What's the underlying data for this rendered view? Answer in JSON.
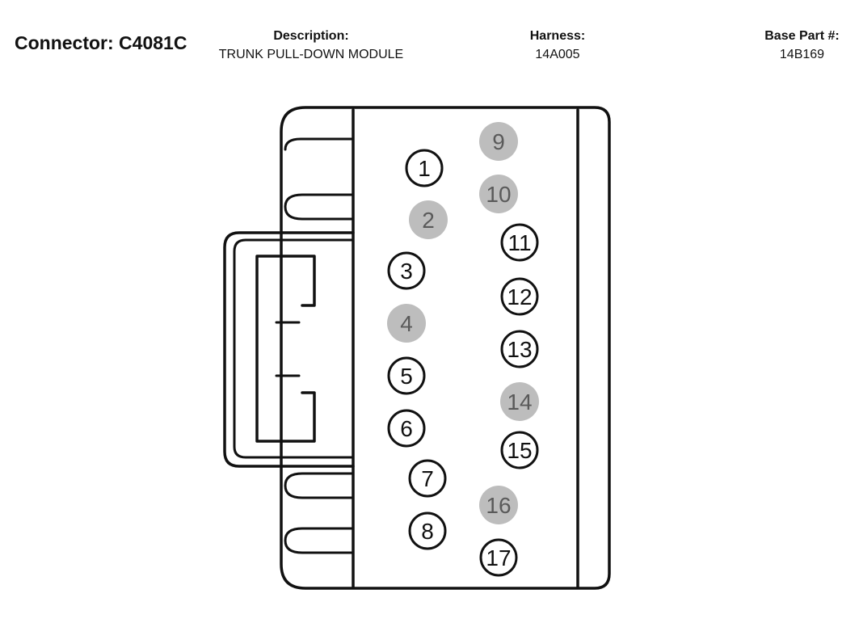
{
  "header": {
    "connector_title": "Connector: C4081C",
    "description_label": "Description:",
    "description_value": "TRUNK PULL-DOWN MODULE",
    "harness_label": "Harness:",
    "harness_value": "14A005",
    "base_part_label": "Base Part #:",
    "base_part_value": "14B169"
  },
  "colors": {
    "outline": "#111111",
    "filled_pin": "#bdbdbd",
    "filled_pin_text": "#5a5a5a",
    "open_pin_text": "#111111"
  },
  "pins": [
    {
      "number": "1",
      "state": "open"
    },
    {
      "number": "2",
      "state": "filled"
    },
    {
      "number": "3",
      "state": "open"
    },
    {
      "number": "4",
      "state": "filled"
    },
    {
      "number": "5",
      "state": "open"
    },
    {
      "number": "6",
      "state": "open"
    },
    {
      "number": "7",
      "state": "open"
    },
    {
      "number": "8",
      "state": "open"
    },
    {
      "number": "9",
      "state": "filled"
    },
    {
      "number": "10",
      "state": "filled"
    },
    {
      "number": "11",
      "state": "open"
    },
    {
      "number": "12",
      "state": "open"
    },
    {
      "number": "13",
      "state": "open"
    },
    {
      "number": "14",
      "state": "filled"
    },
    {
      "number": "15",
      "state": "open"
    },
    {
      "number": "16",
      "state": "filled"
    },
    {
      "number": "17",
      "state": "open"
    }
  ]
}
